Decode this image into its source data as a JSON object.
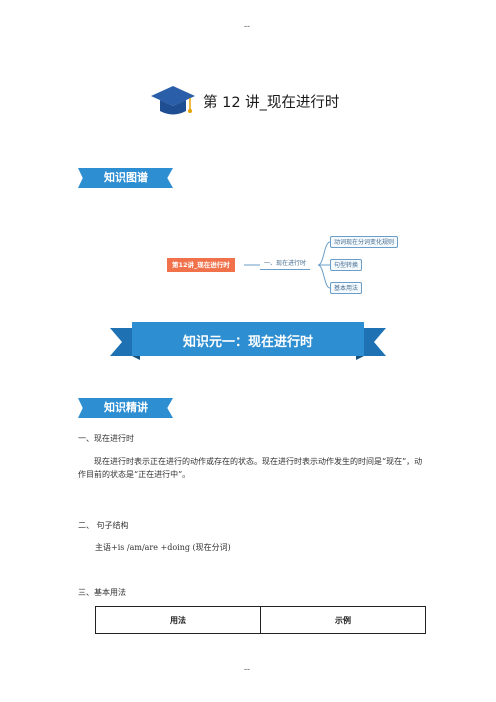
{
  "header": {
    "top_mark": "--",
    "bottom_mark": "--"
  },
  "title": "第 12 讲_现在进行时",
  "sections": {
    "map_label": "知识图谱",
    "element_banner": "知识元一：现在进行时",
    "detail_label": "知识精讲"
  },
  "mindmap": {
    "root": "第12讲_现在进行时",
    "branch": "一、现在进行时",
    "leaves": [
      "动词现在分词变化规则",
      "句型转换",
      "基本用法"
    ]
  },
  "content": {
    "s1_heading": "一、现在进行时",
    "s1_para": "现在进行时表示正在进行的动作或存在的状态。现在进行时表示动作发生的时间是“现在”，动作目前的状态是“正在进行中”。",
    "s2_heading": "二、 句子结构",
    "s2_formula": "主语+is /am/are +doing (现在分词)",
    "s3_heading": "三、基本用法"
  },
  "table": {
    "headers": [
      "用法",
      "示例"
    ]
  },
  "colors": {
    "accent": "#2e8ed2",
    "root_node": "#f0714a",
    "cap": "#2a5ea8"
  }
}
